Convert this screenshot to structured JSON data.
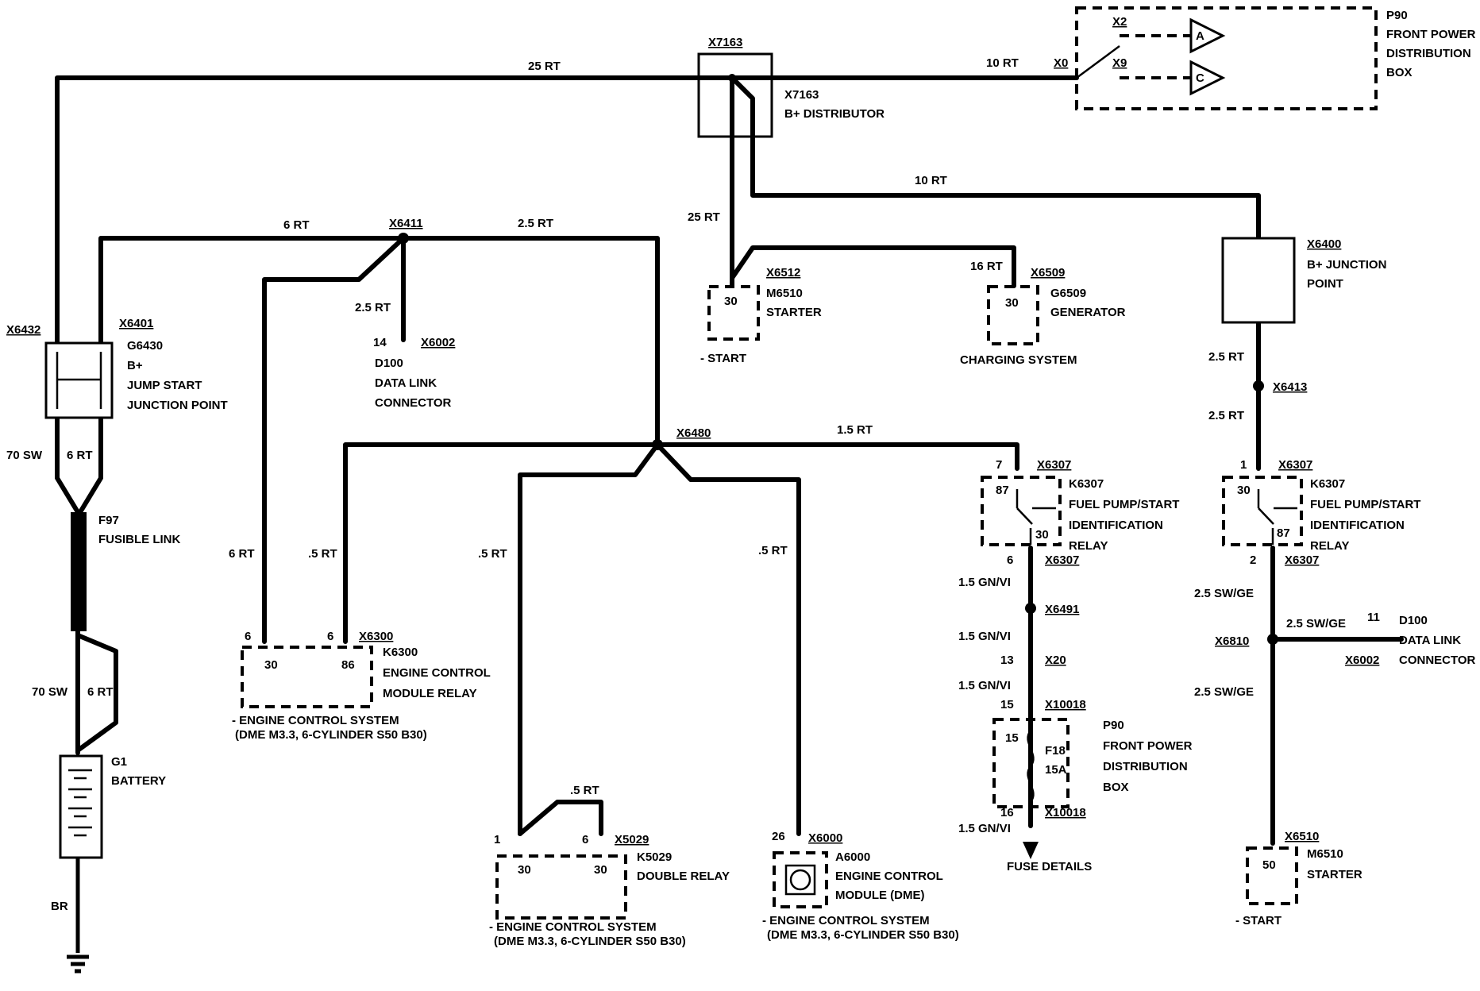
{
  "title": "",
  "wires": {
    "w_25rt_top": "25 RT",
    "w_10rt_top": "10 RT",
    "w_10rt_mid": "10 RT",
    "w_25rt_starter": "25 RT",
    "w_16rt_gen": "16 RT",
    "w_6rt_x6411": "6 RT",
    "w_25rt_x6411": "2.5 RT",
    "w_25rt_dlc": "2.5 RT",
    "w_15rt": "1.5 RT",
    "w_6rt_ecm": "6 RT",
    "w_05rt_ecm": ".5 RT",
    "w_05rt_dbl": ".5 RT",
    "w_05rt_dme": ".5 RT",
    "w_05rt_dblbr": ".5 RT",
    "w_70sw_1": "70 SW",
    "w_6rt_1": "6 RT",
    "w_70sw_2": "70 SW",
    "w_6rt_2": "6 RT",
    "w_br": "BR",
    "w_15gnvi_1": "1.5 GN/VI",
    "w_15gnvi_2": "1.5 GN/VI",
    "w_15gnvi_3": "1.5 GN/VI",
    "w_15gnvi_4": "1.5 GN/VI",
    "w_25rt_r1": "2.5 RT",
    "w_25rt_r2": "2.5 RT",
    "w_25swge_1": "2.5 SW/GE",
    "w_25swge_2": "2.5 SW/GE",
    "w_25swge_3": "2.5 SW/GE"
  },
  "connectors": {
    "x7163_top": "X7163",
    "x0": "X0",
    "x2": "X2",
    "x9": "X9",
    "x6432": "X6432",
    "x6401": "X6401",
    "x6411": "X6411",
    "x6002_a": "X6002",
    "x6512": "X6512",
    "x6509": "X6509",
    "x6400": "X6400",
    "x6413": "X6413",
    "x6480": "X6480",
    "x6307_a": "X6307",
    "x6307_b": "X6307",
    "x6307_c": "X6307",
    "x6307_d": "X6307",
    "x6300": "X6300",
    "x6491": "X6491",
    "x20": "X20",
    "x10018_a": "X10018",
    "x10018_b": "X10018",
    "x6810": "X6810",
    "x6002_b": "X6002",
    "x5029": "X5029",
    "x6000": "X6000",
    "x6510": "X6510"
  },
  "pins": {
    "p14": "14",
    "p30_starter": "30",
    "p30_gen": "30",
    "p7": "7",
    "p87": "87",
    "p30_k1": "30",
    "p6_k1": "6",
    "p1_k2": "1",
    "p30_k2": "30",
    "p87_k2": "87",
    "p2_k2": "2",
    "p6_a": "6",
    "p6_b": "6",
    "p30_ecm": "30",
    "p86_ecm": "86",
    "p13": "13",
    "p15_a": "15",
    "p15_b": "15",
    "p16": "16",
    "p11": "11",
    "p1_dbl": "1",
    "p6_dbl": "6",
    "p30_dbl_a": "30",
    "p30_dbl_b": "30",
    "p26": "26",
    "p50": "50",
    "pin_a": "A",
    "pin_c": "C"
  },
  "components": {
    "p90_top": [
      "P90",
      "FRONT POWER",
      "DISTRIBUTION",
      "BOX"
    ],
    "x7163": [
      "X7163",
      "B+ DISTRIBUTOR"
    ],
    "g6430": [
      "G6430",
      "B+",
      "JUMP START",
      "JUNCTION POINT"
    ],
    "d100_a": [
      "D100",
      "DATA LINK",
      "CONNECTOR"
    ],
    "m6510_a": [
      "M6510",
      "STARTER"
    ],
    "start_a": "- START",
    "g6509": [
      "G6509",
      "GENERATOR"
    ],
    "charging": "CHARGING SYSTEM",
    "x6400": [
      "B+ JUNCTION",
      "POINT"
    ],
    "f97": [
      "F97",
      "FUSIBLE LINK"
    ],
    "g1": [
      "G1",
      "BATTERY"
    ],
    "k6307_a": [
      "K6307",
      "FUEL PUMP/START",
      "IDENTIFICATION",
      "RELAY"
    ],
    "k6307_b": [
      "K6307",
      "FUEL PUMP/START",
      "IDENTIFICATION",
      "RELAY"
    ],
    "k6300": [
      "K6300",
      "ENGINE CONTROL",
      "MODULE RELAY"
    ],
    "ecs_a": [
      "- ENGINE CONTROL SYSTEM",
      "(DME M3.3, 6-CYLINDER S50 B30)"
    ],
    "p90_b": [
      "P90",
      "FRONT POWER",
      "DISTRIBUTION",
      "BOX"
    ],
    "f18": [
      "F18",
      "15A"
    ],
    "fuse_details": "FUSE DETAILS",
    "d100_b": [
      "D100",
      "DATA LINK",
      "CONNECTOR"
    ],
    "k5029": [
      "K5029",
      "DOUBLE RELAY"
    ],
    "ecs_b": [
      "- ENGINE CONTROL SYSTEM",
      "(DME M3.3, 6-CYLINDER S50 B30)"
    ],
    "a6000": [
      "A6000",
      "ENGINE CONTROL",
      "MODULE (DME)"
    ],
    "ecs_c": [
      "- ENGINE CONTROL SYSTEM",
      "(DME M3.3, 6-CYLINDER S50 B30)"
    ],
    "m6510_b": [
      "M6510",
      "STARTER"
    ],
    "start_b": "- START"
  }
}
